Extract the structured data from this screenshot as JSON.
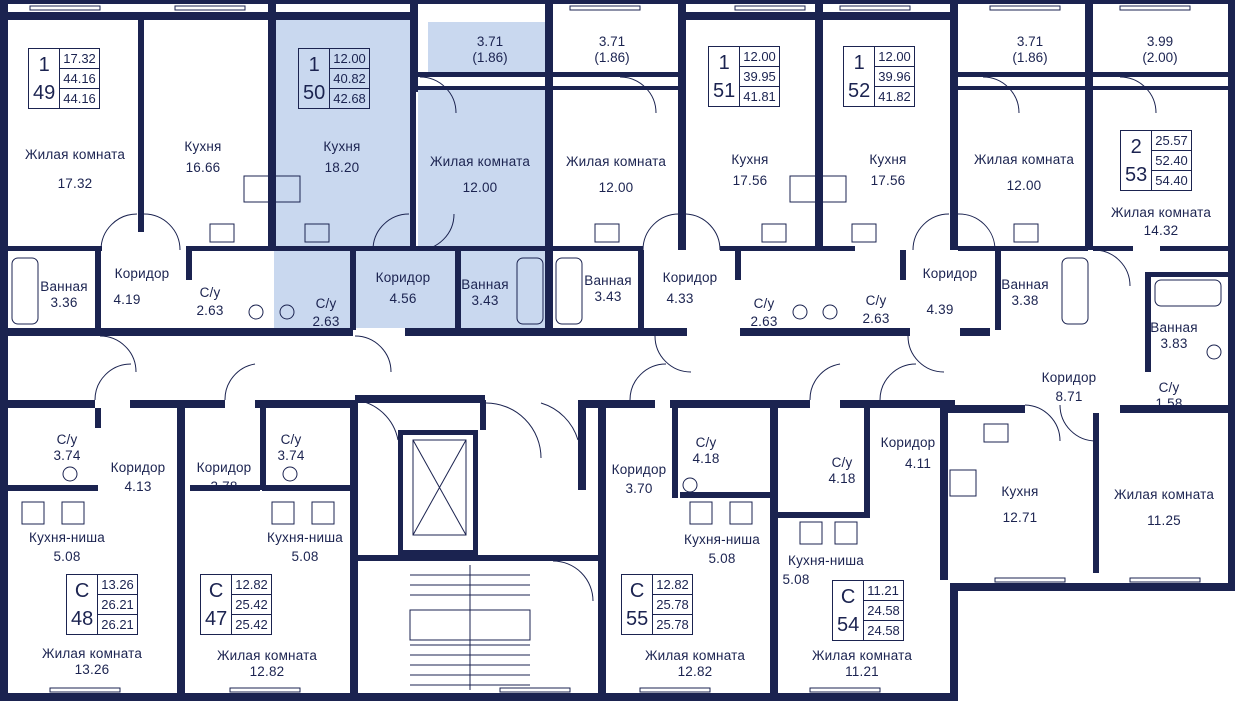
{
  "colors": {
    "wall": "#1b2350",
    "highlight": "#c9d8ef",
    "text": "#1b2350",
    "background": "#ffffff"
  },
  "apartments": [
    {
      "id": "apt-49",
      "rooms": "1",
      "number": "49",
      "areas": [
        "17.32",
        "44.16",
        "44.16"
      ]
    },
    {
      "id": "apt-50",
      "rooms": "1",
      "number": "50",
      "areas": [
        "12.00",
        "40.82",
        "42.68"
      ],
      "highlighted": true
    },
    {
      "id": "apt-51",
      "rooms": "1",
      "number": "51",
      "areas": [
        "12.00",
        "39.95",
        "41.81"
      ]
    },
    {
      "id": "apt-52",
      "rooms": "1",
      "number": "52",
      "areas": [
        "12.00",
        "39.96",
        "41.82"
      ]
    },
    {
      "id": "apt-53",
      "rooms": "2",
      "number": "53",
      "areas": [
        "25.57",
        "52.40",
        "54.40"
      ]
    },
    {
      "id": "apt-48",
      "rooms": "С",
      "number": "48",
      "areas": [
        "13.26",
        "26.21",
        "26.21"
      ]
    },
    {
      "id": "apt-47",
      "rooms": "С",
      "number": "47",
      "areas": [
        "12.82",
        "25.42",
        "25.42"
      ]
    },
    {
      "id": "apt-55",
      "rooms": "С",
      "number": "55",
      "areas": [
        "12.82",
        "25.78",
        "25.78"
      ]
    },
    {
      "id": "apt-54",
      "rooms": "С",
      "number": "54",
      "areas": [
        "11.21",
        "24.58",
        "24.58"
      ]
    }
  ],
  "balconies": [
    {
      "area": "3.71",
      "reduced": "(1.86)"
    },
    {
      "area": "3.71",
      "reduced": "(1.86)"
    },
    {
      "area": "3.71",
      "reduced": "(1.86)"
    },
    {
      "area": "3.99",
      "reduced": "(2.00)"
    }
  ],
  "rooms": [
    {
      "name": "Жилая комната",
      "area": "17.32"
    },
    {
      "name": "Кухня",
      "area": "16.66"
    },
    {
      "name": "Кухня",
      "area": "18.20"
    },
    {
      "name": "Жилая комната",
      "area": "12.00"
    },
    {
      "name": "Жилая комната",
      "area": "12.00"
    },
    {
      "name": "Кухня",
      "area": "17.56"
    },
    {
      "name": "Кухня",
      "area": "17.56"
    },
    {
      "name": "Жилая комната",
      "area": "12.00"
    },
    {
      "name": "Жилая комната",
      "area": "14.32"
    },
    {
      "name": "Ванная",
      "area": "3.36"
    },
    {
      "name": "Коридор",
      "area": "4.19"
    },
    {
      "name": "С/у",
      "area": "2.63"
    },
    {
      "name": "С/у",
      "area": "2.63"
    },
    {
      "name": "Коридор",
      "area": "4.56"
    },
    {
      "name": "Ванная",
      "area": "3.43"
    },
    {
      "name": "Ванная",
      "area": "3.43"
    },
    {
      "name": "Коридор",
      "area": "4.33"
    },
    {
      "name": "С/у",
      "area": "2.63"
    },
    {
      "name": "С/у",
      "area": "2.63"
    },
    {
      "name": "Коридор",
      "area": "4.39"
    },
    {
      "name": "Ванная",
      "area": "3.38"
    },
    {
      "name": "Ванная",
      "area": "3.83"
    },
    {
      "name": "Коридор",
      "area": "8.71"
    },
    {
      "name": "С/у",
      "area": "1.58"
    },
    {
      "name": "С/у",
      "area": "3.74"
    },
    {
      "name": "Коридор",
      "area": "4.13"
    },
    {
      "name": "Коридор",
      "area": "3.78"
    },
    {
      "name": "С/у",
      "area": "3.74"
    },
    {
      "name": "Коридор",
      "area": "3.70"
    },
    {
      "name": "С/у",
      "area": "4.18"
    },
    {
      "name": "С/у",
      "area": "4.18"
    },
    {
      "name": "Коридор",
      "area": "4.11"
    },
    {
      "name": "Кухня",
      "area": "12.71"
    },
    {
      "name": "Жилая комната",
      "area": "11.25"
    },
    {
      "name": "Кухня-ниша",
      "area": "5.08"
    },
    {
      "name": "Кухня-ниша",
      "area": "5.08"
    },
    {
      "name": "Кухня-ниша",
      "area": "5.08"
    },
    {
      "name": "Кухня-ниша",
      "area": "5.08"
    },
    {
      "name": "Жилая комната",
      "area": "13.26"
    },
    {
      "name": "Жилая комната",
      "area": "12.82"
    },
    {
      "name": "Жилая комната",
      "area": "12.82"
    },
    {
      "name": "Жилая комната",
      "area": "11.21"
    }
  ]
}
